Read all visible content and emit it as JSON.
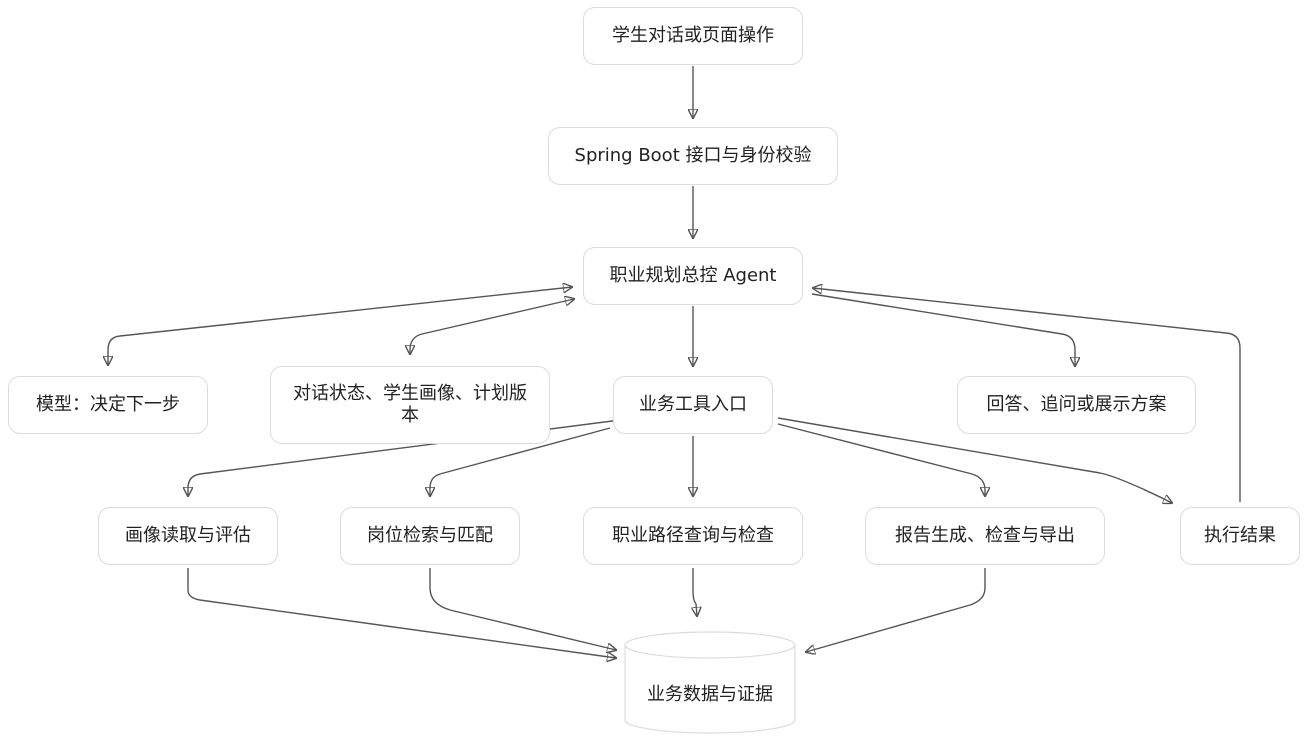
{
  "diagram": {
    "nodes": {
      "student_action": "学生对话或页面操作",
      "spring_boot": "Spring Boot 接口与身份校验",
      "agent": "职业规划总控 Agent",
      "model": "模型：决定下一步",
      "state": "对话状态、学生画像、计划版本",
      "tool_entry": "业务工具入口",
      "answer": "回答、追问或展示方案",
      "profile_tool": "画像读取与评估",
      "job_search": "岗位检索与匹配",
      "career_path": "职业路径查询与检查",
      "report": "报告生成、检查与导出",
      "exec_result": "执行结果",
      "data_store": "业务数据与证据"
    }
  }
}
